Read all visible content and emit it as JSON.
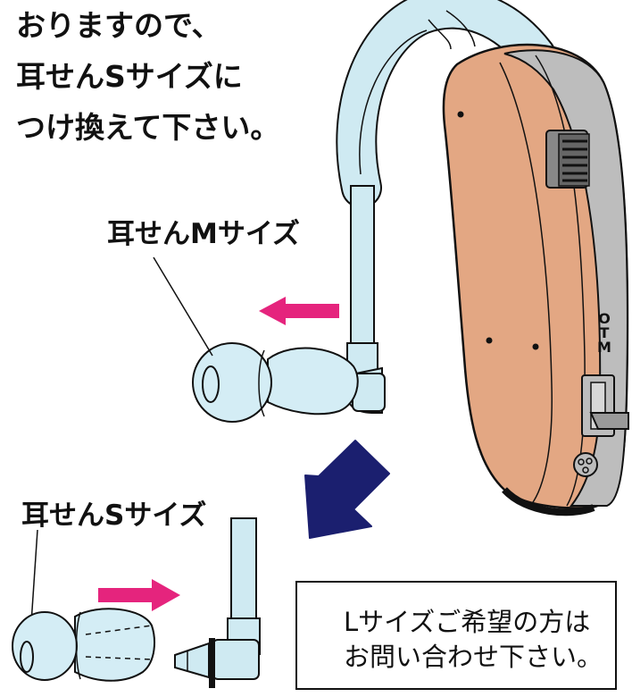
{
  "instruction": {
    "lines": [
      "おりますので、",
      "耳せんSサイズに",
      "つけ換えて下さい。"
    ]
  },
  "labels": {
    "medium": "耳せんMサイズ",
    "small": "耳せんSサイズ"
  },
  "info_box": {
    "lines": [
      "Lサイズご希望の方は",
      "お問い合わせ下さい。"
    ]
  },
  "switch_modes": [
    "O",
    "T",
    "M"
  ],
  "colors": {
    "device_body": "#e3a783",
    "device_panel": "#bdbdbd",
    "tube": "#cfeaf2",
    "tip": "#d4edf5",
    "arrow_pink": "#e5247d",
    "arrow_navy": "#1b1f6f"
  }
}
